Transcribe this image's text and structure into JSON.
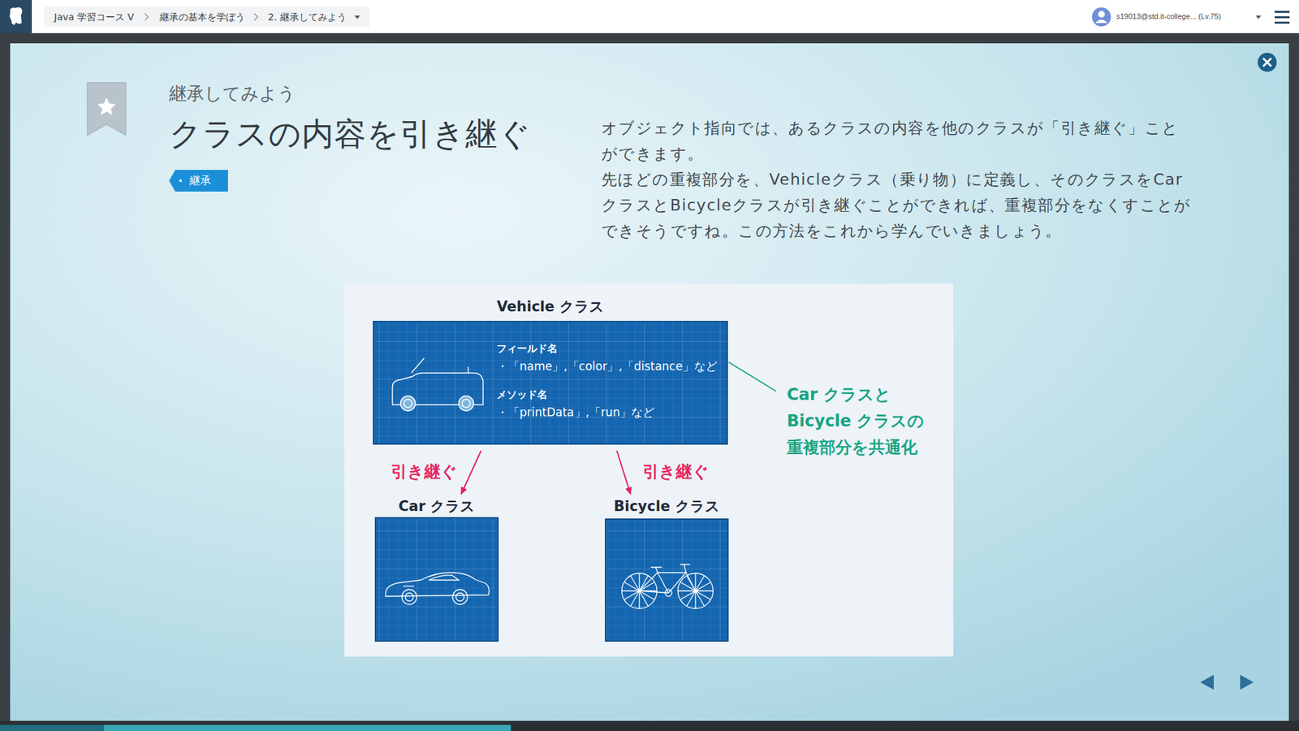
{
  "diagram": {
    "title": "クラスの内容を引き継ぐ",
    "nodes": [
      {
        "text": [
          "継承"
        ]
      },
      {
        "text": [
          "Vehicle クラス",
          "フィールド名",
          "・「name」,「color」,「distance」など",
          "メソッド名",
          "・「printData」,「run」など"
        ]
      },
      {
        "text": [
          "Car クラス"
        ]
      },
      {
        "text": [
          "Bicycle クラス"
        ]
      }
    ],
    "edges": [
      {
        "from": 1,
        "to": 2,
        "arrow": "to",
        "label": "引き継ぐ"
      },
      {
        "from": 1,
        "to": 3,
        "arrow": "to",
        "label": "引き継ぐ"
      }
    ],
    "labels": [
      "Java 学習コース V",
      "継承の基本を学ぼう",
      "2. 継承してみよう",
      "s19013@std.it-college... (Lv.75)",
      "継承してみよう",
      "オブジェクト指向では、あるクラスの内容を他のクラスが「引き継ぐ」ことができます。",
      "先ほどの重複部分を、Vehicleクラス（乗り物）に定義し、そのクラスをCarクラスとBicycleクラスが引き継ぐことができれば、重複部分をなくすことができそうですね。この方法をこれから学んでいきましょう。",
      "Car クラスと Bicycle クラスの 重複部分を共通化"
    ]
  }
}
